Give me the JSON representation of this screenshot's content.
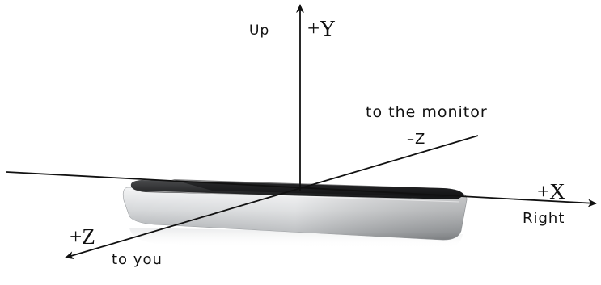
{
  "labels": {
    "y_word": "Up",
    "y_axis": "+Y",
    "neg_z_word": "to the monitor",
    "neg_z_axis": "–Z",
    "x_axis": "+X",
    "x_word": "Right",
    "z_axis": "+Z",
    "z_word": "to you"
  },
  "colors": {
    "axis": "#111111",
    "device_body": "#c9cbcd",
    "device_top": "#2a2a2a"
  }
}
